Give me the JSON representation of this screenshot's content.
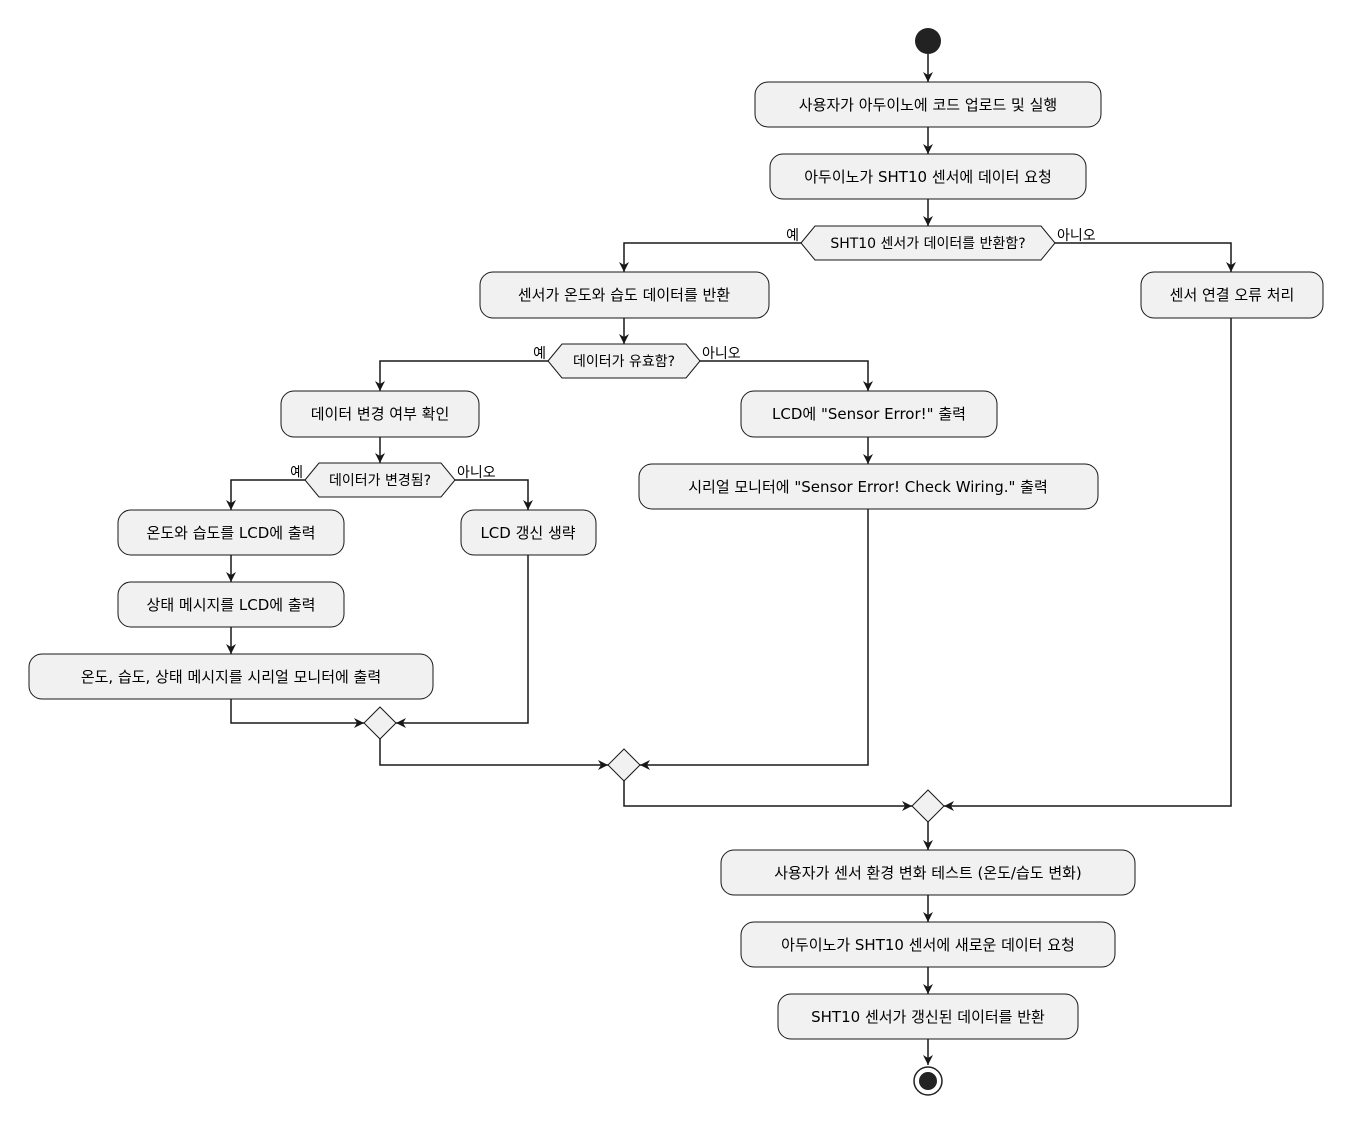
{
  "actions": {
    "upload": "사용자가 아두이노에 코드 업로드 및 실행",
    "request": "아두이노가 SHT10 센서에 데이터 요청",
    "sensor_return": "센서가 온도와 습도 데이터를 반환",
    "sensor_conn_error": "센서 연결 오류 처리",
    "check_change": "데이터 변경 여부 확인",
    "lcd_error": "LCD에 \"Sensor Error!\" 출력",
    "serial_error": "시리얼 모니터에 \"Sensor Error! Check Wiring.\" 출력",
    "lcd_temp_hum": "온도와 습도를 LCD에 출력",
    "lcd_skip": "LCD 갱신 생략",
    "lcd_status": "상태 메시지를 LCD에 출력",
    "serial_all": "온도, 습도, 상태 메시지를 시리얼 모니터에 출력",
    "user_test": "사용자가 센서 환경 변화 테스트 (온도/습도 변화)",
    "new_request": "아두이노가 SHT10 센서에 새로운 데이터 요청",
    "updated_return": "SHT10 센서가 갱신된 데이터를 반환"
  },
  "decisions": {
    "returned": {
      "question": "SHT10 센서가 데이터를 반환함?",
      "yes": "예",
      "no": "아니오"
    },
    "valid": {
      "question": "데이터가 유효함?",
      "yes": "예",
      "no": "아니오"
    },
    "changed": {
      "question": "데이터가 변경됨?",
      "yes": "예",
      "no": "아니오"
    }
  },
  "colors": {
    "node_fill": "#f1f1f1",
    "stroke": "#181818",
    "start": "#222222"
  }
}
